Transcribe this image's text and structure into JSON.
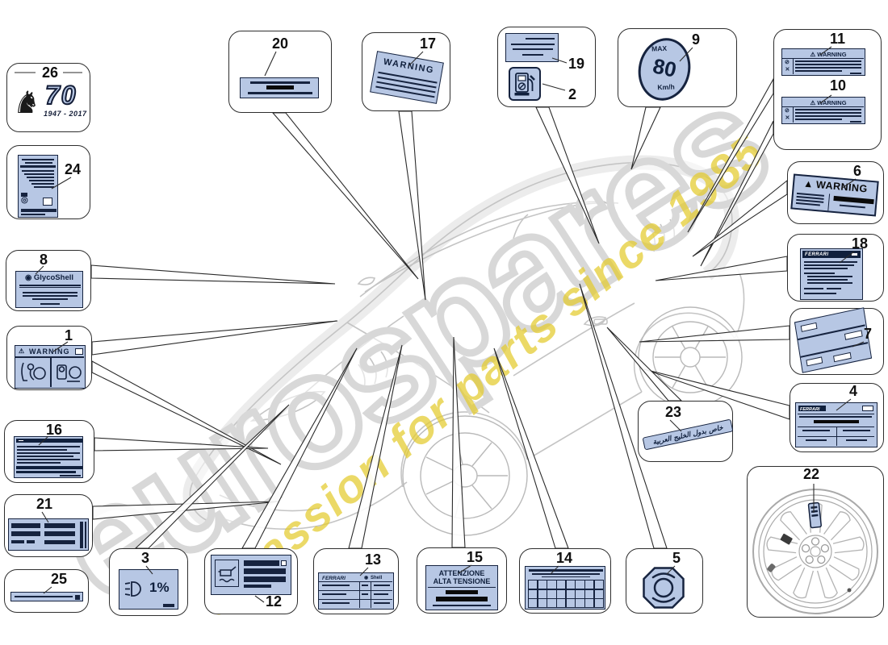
{
  "watermark": {
    "brand": "eurospares",
    "tagline": "a passion for parts since 1985"
  },
  "icons": {
    "warning_triangle": "⚠",
    "warning_filled": "▲",
    "shell_logo": "◉",
    "prancing_horse": "♞",
    "no_entry": "⊘",
    "cross": "✕",
    "recycle": "◎"
  },
  "colors": {
    "label_fill": "#b7c7e4",
    "label_line": "#16233f",
    "black_bar": "#0a0a0a",
    "leader_line": "#2b2b2b",
    "car_line": "#c4c4c4",
    "watermark_gray": "#d8d8d8",
    "watermark_yellow": "#e4cb2e"
  },
  "callouts": [
    {
      "num": "26",
      "kind": "ferrari70",
      "seventy": "70",
      "years": "1947 - 2017"
    },
    {
      "num": "24",
      "kind": "doc24"
    },
    {
      "num": "8",
      "kind": "glycoshell",
      "title": "GlycoShell"
    },
    {
      "num": "1",
      "kind": "warnairbag",
      "title": "WARNING"
    },
    {
      "num": "16",
      "kind": "doc16"
    },
    {
      "num": "21",
      "kind": "bars21"
    },
    {
      "num": "25",
      "kind": "strip25"
    },
    {
      "num": "3",
      "kind": "headlight",
      "value": "1%"
    },
    {
      "num": "12",
      "kind": "oil12"
    },
    {
      "num": "13",
      "kind": "table13",
      "brand": "FERRARI",
      "partner": "Shell"
    },
    {
      "num": "15",
      "kind": "alta15",
      "line1": "ATTENZIONE",
      "line2": "ALTA TENSIONE"
    },
    {
      "num": "14",
      "kind": "grid14"
    },
    {
      "num": "5",
      "kind": "octagon5"
    },
    {
      "num": "20",
      "kind": "small20"
    },
    {
      "num": "17",
      "kind": "warn17",
      "title": "WARNING"
    },
    {
      "num": "19",
      "kind": "rect19"
    },
    {
      "num": "2",
      "kind": "fuel2"
    },
    {
      "num": "9",
      "kind": "max80",
      "max": "MAX",
      "speed": "80",
      "unit": "Km/h"
    },
    {
      "num": "11",
      "kind": "warnlines",
      "title": "WARNING"
    },
    {
      "num": "10",
      "kind": "warnlines",
      "title": "WARNING"
    },
    {
      "num": "6",
      "kind": "warn6",
      "title": "WARNING"
    },
    {
      "num": "18",
      "kind": "fdoc18",
      "brand": "FERRARI"
    },
    {
      "num": "7",
      "kind": "tilt7"
    },
    {
      "num": "4",
      "kind": "ftable4",
      "brand": "FERRARI"
    },
    {
      "num": "23",
      "kind": "arabic23",
      "text": "خاص بدول الخليج العربية"
    },
    {
      "num": "22",
      "kind": "wheel22"
    }
  ]
}
